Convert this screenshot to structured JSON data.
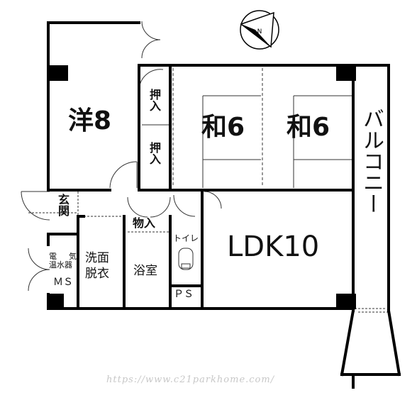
{
  "compass": {
    "icon": "north-arrow-icon",
    "mark": "N"
  },
  "rooms": {
    "western_room": "洋8",
    "japanese_room_1": "和6",
    "japanese_room_2": "和6",
    "closet_upper": "押入",
    "closet_lower": "押入",
    "balcony": "バルコニー",
    "entrance": "玄関",
    "storage": "物入",
    "washroom_line1": "洗面",
    "washroom_line2": "脱衣",
    "bathroom": "浴室",
    "toilet": "トイレ",
    "pipe_space": "ＰＳ",
    "ldk": "LDK10",
    "water_heater_1": "電",
    "water_heater_2": "温水器",
    "water_heater_3": "気",
    "meter_space": "ＭＳ"
  },
  "watermark": "https://www.c21parkhome.com/"
}
